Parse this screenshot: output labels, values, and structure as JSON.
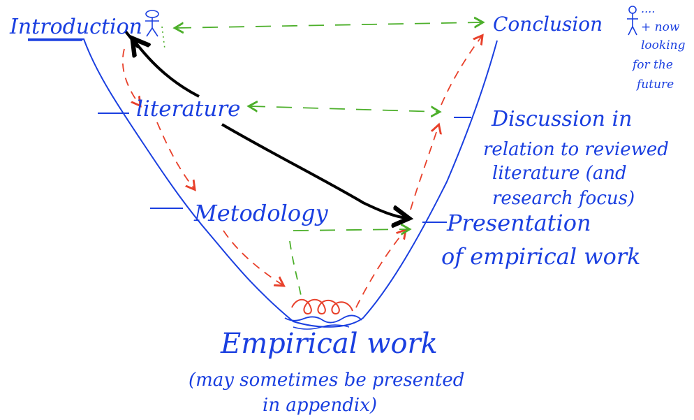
{
  "labels": {
    "introduction": "Introduction",
    "literature": "literature",
    "methodology": "Metodology",
    "empirical_work": "Empirical work",
    "empirical_note_line1": "(may sometimes be presented",
    "empirical_note_line2": "in appendix)",
    "presentation_line1": "Presentation",
    "presentation_line2": "of empirical work",
    "discussion_line1": "Discussion in",
    "discussion_line2": "relation to reviewed",
    "discussion_line3": "literature (and",
    "discussion_line4": "research focus)",
    "conclusion": "Conclusion",
    "conclusion_note_line1": "+ now",
    "conclusion_note_line2": "looking",
    "conclusion_note_line3": "for the",
    "conclusion_note_line4": "future",
    "person_dots": "...."
  },
  "colors": {
    "ink_blue": "#1a3fe0",
    "arrow_red": "#e8402a",
    "arrow_green": "#4caf2a",
    "arrow_black": "#000000",
    "scribble_red": "#e8402a"
  }
}
